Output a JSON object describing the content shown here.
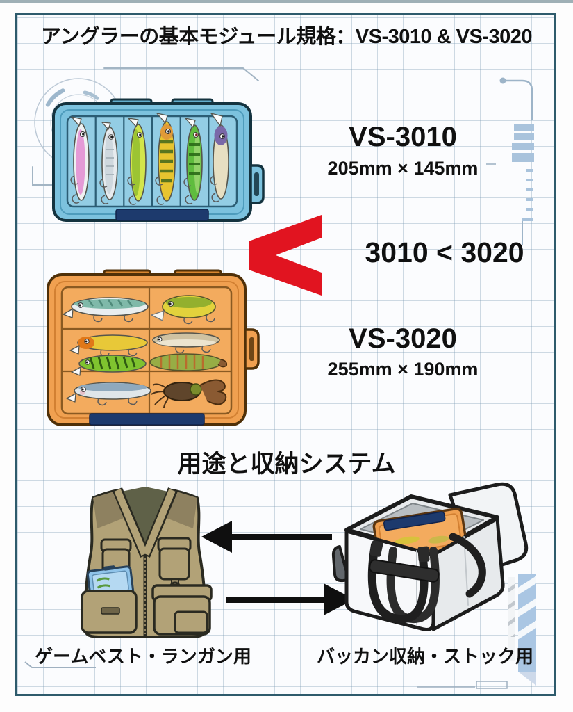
{
  "title": "アングラーの基本モジュール規格：VS-3010 & VS-3020",
  "products": {
    "vs3010": {
      "name": "VS-3010",
      "size": "205mm × 145mm"
    },
    "vs3020": {
      "name": "VS-3020",
      "size": "255mm × 190mm"
    }
  },
  "comparison": {
    "text": "3010 < 3020",
    "symbol": "<"
  },
  "section": {
    "heading": "用途と収納システム"
  },
  "usage": {
    "vest_label": "ゲームベスト・ランガン用",
    "bakkan_label": "バッカン収納・ストック用"
  },
  "illustrations": {
    "vs3010_box": "blue-lure-case-top-view",
    "vs3020_box": "orange-lure-case-top-view",
    "vest": "fishing-game-vest",
    "bakkan": "bakkan-tackle-bag-with-case",
    "arrows": [
      "left-arrow",
      "right-arrow"
    ],
    "comparison_symbol": "red-less-than-chevron"
  },
  "colors": {
    "accent_red": "#e11420",
    "case_blue": "#7cc2de",
    "case_orange": "#f0a050",
    "latch_navy": "#1d3a6d",
    "frame_teal": "#2e5b6c",
    "grid_line": "#c2d1dc",
    "vest_khaki": "#b2a277",
    "decor_blue": "#a9c3dc",
    "text": "#111111"
  }
}
